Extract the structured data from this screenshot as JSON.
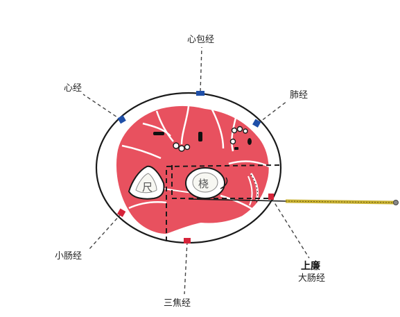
{
  "diagram": {
    "labels": {
      "heart_pericardium_meridian": "心包经",
      "heart_meridian": "心经",
      "lung_meridian": "肺经",
      "small_intestine_meridian": "小肠经",
      "triple_burner_meridian": "三焦经",
      "point_name": "上廉",
      "large_intestine_meridian": "大肠经"
    },
    "bones": {
      "ulna": "尺",
      "radius": "桡"
    },
    "colors": {
      "muscle": "#e8515f",
      "meridian_yin_marker": "#1f4fa8",
      "meridian_yang_marker": "#d6243a",
      "needle": "#c9b233",
      "outline": "#1a1a1a"
    }
  }
}
